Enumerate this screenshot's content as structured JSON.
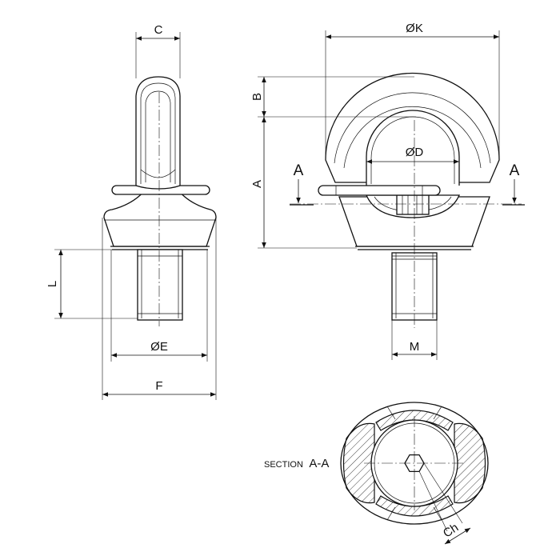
{
  "labels": {
    "c": "C",
    "k": "ØK",
    "b": "B",
    "a": "A",
    "d": "ØD",
    "section_mark_left": "A",
    "section_mark_right": "A",
    "l": "L",
    "e": "ØE",
    "m": "M",
    "f": "F",
    "section_prefix": "SECTION",
    "section_name": "A-A",
    "ch": "Ch"
  },
  "colors": {
    "line": "#111111",
    "background": "#ffffff"
  }
}
